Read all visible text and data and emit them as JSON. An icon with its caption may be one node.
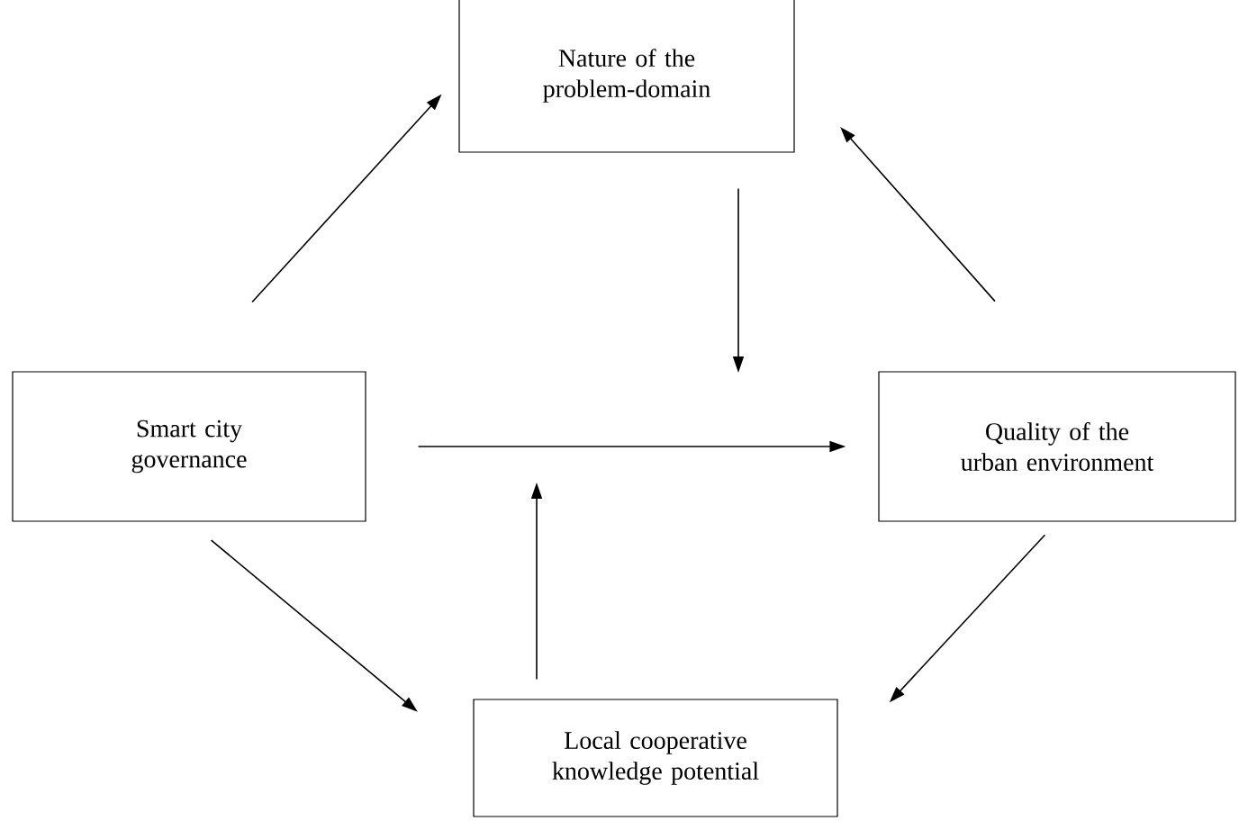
{
  "diagram": {
    "nodes": [
      {
        "text": [
          "Nature of the problem-domain"
        ]
      },
      {
        "text": [
          "Smart city governance"
        ]
      },
      {
        "text": [
          "Quality of the urban environment"
        ]
      },
      {
        "text": [
          "Local cooperative knowledge potential"
        ]
      }
    ],
    "edges": [
      {
        "from": 1,
        "to": 0,
        "arrow": "to"
      },
      {
        "from": 2,
        "to": 0,
        "arrow": "to"
      },
      {
        "from": 0,
        "to": null,
        "arrow": "to"
      },
      {
        "from": 1,
        "to": 2,
        "arrow": "to"
      },
      {
        "from": 1,
        "to": 3,
        "arrow": "to"
      },
      {
        "from": 2,
        "to": 3,
        "arrow": "to"
      },
      {
        "from": 3,
        "to": null,
        "arrow": "to"
      }
    ]
  }
}
